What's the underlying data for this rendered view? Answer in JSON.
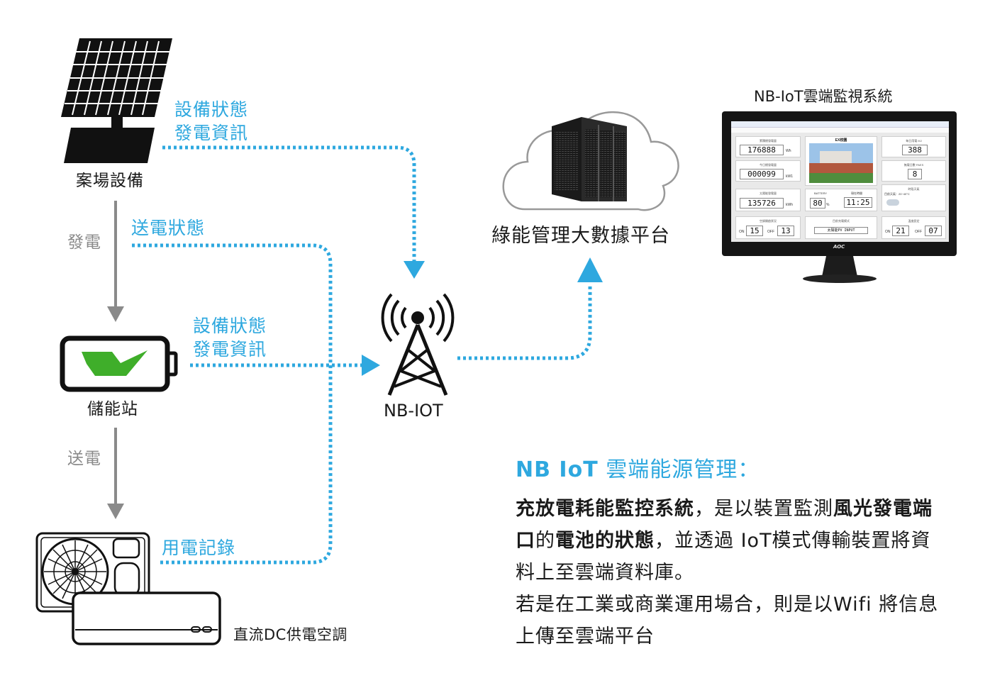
{
  "nodes": {
    "site_equipment": "案場設備",
    "storage_station": "儲能站",
    "dc_aircon": "直流DC供電空調",
    "nbiot": "NB-IOT",
    "cloud_platform": "綠能管理大數據平台",
    "monitor_title": "NB-IoT雲端監視系統"
  },
  "flows": {
    "solar_status_line1": "設備狀態",
    "solar_status_line2": "發電資訊",
    "transmit_status": "送電狀態",
    "storage_status_line1": "設備狀態",
    "storage_status_line2": "發電資訊",
    "usage_record": "用電記錄",
    "generate": "發電",
    "transmit": "送電"
  },
  "description": {
    "title_bold": "NB IoT",
    "title_rest": " 雲端能源管理：",
    "p1_b1": "充放電耗能監控系統",
    "p1_t1": "，是以裝置監測",
    "p1_b2": "風光發電端口",
    "p1_t2": "的",
    "p1_b3": "電池的狀態",
    "p1_t3": "，並透過 IoT模式傳輸裝置將資料上至雲端資料庫。",
    "p2": "若是在工業或商業運用場合，則是以Wifi 將信息上傳至雲端平台"
  },
  "monitor": {
    "brand": "AOC",
    "photo_title": "EX校園",
    "cards": {
      "total_gen_label": "累積總發電量",
      "total_gen": "176888",
      "total_gen_unit": "Wh",
      "today_gen_label": "今日總發電量",
      "today_gen": "000099",
      "today_gen_unit": "kW1",
      "total_use_label": "太陽能發電量",
      "total_use": "135726",
      "total_use_unit": "kWh",
      "right1_label": "每日用電 MJ",
      "right1": "388",
      "right2_label": "無電日數 PAES",
      "right2": "8",
      "battery_label": "BATTERY",
      "battery": "80",
      "battery_unit": "%",
      "time_label": "現在時間",
      "time": "11:25",
      "weather_label": "時段天氣",
      "weather_text": "目前天氣：20~40°C",
      "on_off_label": "空調開啟狀況",
      "on": "ON",
      "on_val": "15",
      "off": "OFF",
      "off_val": "13",
      "mode_label": "目前充電模式",
      "mode": "太陽能PV INPUT",
      "temp_label": "溫度設定",
      "t_on": "ON",
      "t_on_val": "21",
      "t_off": "OFF",
      "t_off_val": "07"
    }
  },
  "colors": {
    "flow_blue": "#2ea8df",
    "arrow_gray": "#8a8a8a",
    "bolt_green": "#3fae2a"
  }
}
